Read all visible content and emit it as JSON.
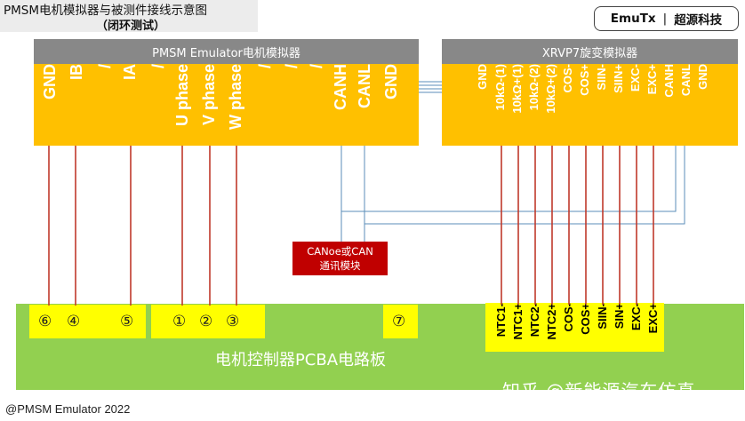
{
  "title": {
    "line1": "PMSM电机模拟器与被测件接线示意图",
    "line2": "（闭环测试）"
  },
  "logo": {
    "brand": "EmuTx",
    "separator": "|",
    "name": "超源科技"
  },
  "emulator": {
    "header": "PMSM Emulator电机模拟器",
    "pins": [
      "GND",
      "IB",
      "/",
      "IA",
      "/",
      "U phase",
      "V phase",
      "W phase",
      "/",
      "/",
      "/",
      "CANH",
      "CANL",
      "GND"
    ]
  },
  "resolver": {
    "header": "XRVP7旋变模拟器",
    "pins": [
      "GND",
      "10kΩ-(1)",
      "10kΩ+(1)",
      "10kΩ-(2)",
      "10kΩ+(2)",
      "COS-",
      "COS+",
      "SIIN-",
      "SIIN+",
      "EXC-",
      "EXC+",
      "CANH",
      "CANL",
      "GND"
    ]
  },
  "can_module": {
    "line1": "CANoe或CAN",
    "line2": "通讯模块"
  },
  "pcb": {
    "label": "电机控制器PCBA电路板",
    "connectors": [
      "⑥",
      "④",
      "⑤",
      "①",
      "②",
      "③",
      "⑦"
    ],
    "resolver_pins": [
      "NTC1-",
      "NTC1+",
      "NTC2-",
      "NTC2+",
      "COS-",
      "COS+",
      "SIIN-",
      "SIN+",
      "EXC-",
      "EXC+"
    ]
  },
  "footer": "@PMSM Emulator 2022",
  "watermark": "知乎 @新能源汽车仿真",
  "colors": {
    "header_gray": "#888888",
    "terminal_orange": "#ffc000",
    "pcb_green": "#92d050",
    "label_yellow": "#ffff00",
    "wire_red": "#c0392b",
    "wire_blue": "#5b8db8",
    "can_red": "#c00000"
  }
}
